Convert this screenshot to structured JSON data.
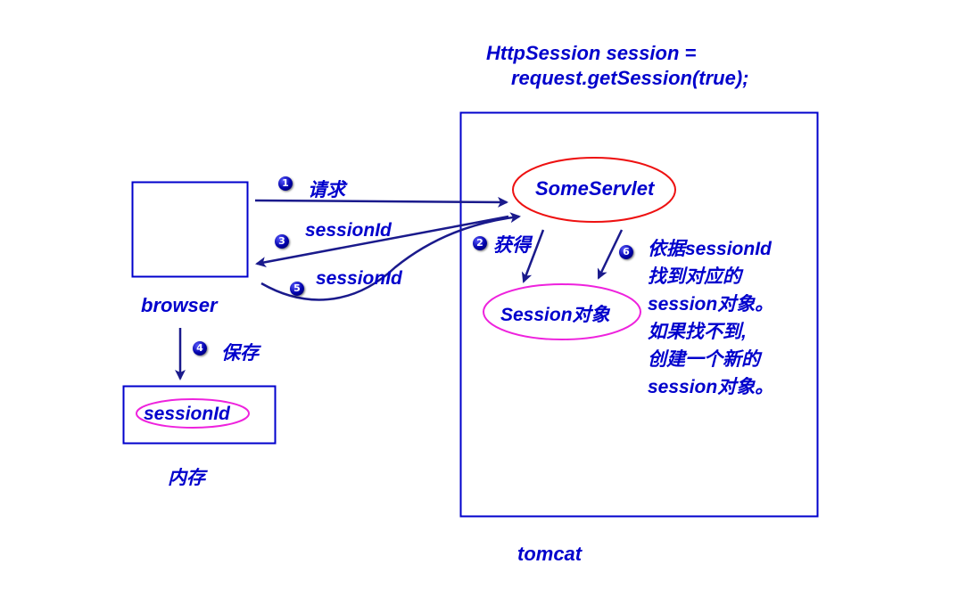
{
  "code": {
    "line1": "HttpSession session =",
    "line2": "request.getSession(true);"
  },
  "nodes": {
    "some_servlet": "SomeServlet",
    "session_object": "Session对象",
    "browser": "browser",
    "memory_session_id": "sessionId",
    "memory": "内存",
    "tomcat": "tomcat"
  },
  "steps": [
    {
      "number": "1",
      "label": "请求"
    },
    {
      "number": "2",
      "label": "获得"
    },
    {
      "number": "3",
      "label": "sessionId"
    },
    {
      "number": "4",
      "label": "保存"
    },
    {
      "number": "5",
      "label": "sessionId"
    },
    {
      "number": "6",
      "label": "依据sessionId\n找到对应的\nsession对象。"
    }
  ],
  "note_fallback": "如果找不到,\n创建一个新的\nsession对象。",
  "colors": {
    "text": "#0000cc",
    "box_border": "#0000cc",
    "arrow": "#1a1a8c",
    "servlet_ellipse": "#ee1111",
    "session_ellipse": "#ee22dd"
  }
}
